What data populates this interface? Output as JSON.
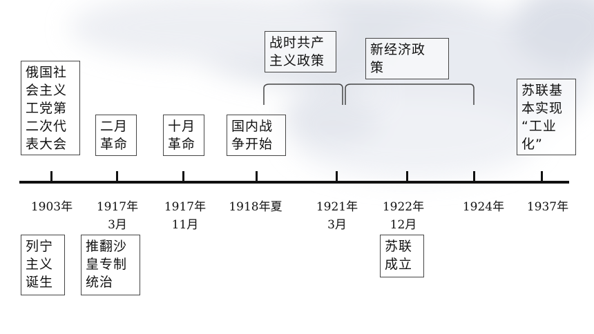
{
  "timeline": {
    "dates": [
      {
        "id": "d1903",
        "label": "1903年"
      },
      {
        "id": "d1917-3",
        "label": "1917年\n3月"
      },
      {
        "id": "d1917-11",
        "label": "1917年\n11月"
      },
      {
        "id": "d1918",
        "label": "1918年夏"
      },
      {
        "id": "d1921",
        "label": "1921年\n3月"
      },
      {
        "id": "d1922",
        "label": "1922年\n12月"
      },
      {
        "id": "d1924",
        "label": "1924年"
      },
      {
        "id": "d1937",
        "label": "1937年"
      }
    ],
    "events_above": [
      {
        "id": "e-congress",
        "text": "俄国社\n会主义\n工党第\n二次代\n表大会"
      },
      {
        "id": "e-feb",
        "text": "二月\n革命"
      },
      {
        "id": "e-oct",
        "text": "十月\n革命"
      },
      {
        "id": "e-civilwar",
        "text": "国内战\n争开始"
      },
      {
        "id": "e-industrial",
        "text": "苏联基\n本实现\n“工业\n化”"
      }
    ],
    "periods": [
      {
        "id": "p-war-communism",
        "text": "战时共产\n主义政策"
      },
      {
        "id": "p-nep",
        "text": "新经济政\n策"
      }
    ],
    "events_below": [
      {
        "id": "e-lenin",
        "text": "列宁\n主义\n诞生"
      },
      {
        "id": "e-tsar",
        "text": "推翻沙\n皇专制\n统治"
      },
      {
        "id": "e-ussr",
        "text": "苏联\n成立"
      }
    ]
  }
}
